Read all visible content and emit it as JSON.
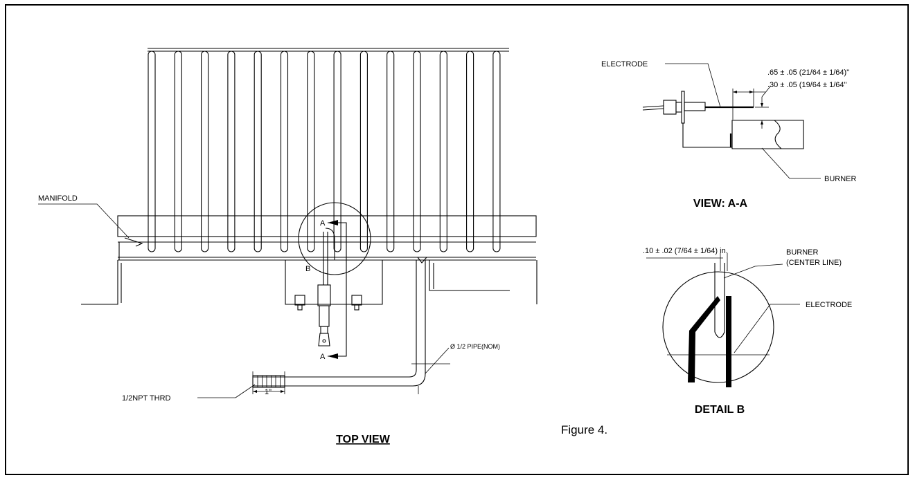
{
  "top_view": {
    "title": "TOP VIEW",
    "manifold_label": "MANIFOLD",
    "thread_label": "1/2NPT THRD",
    "thread_dim": "1\"",
    "pipe_label": "Ø 1/2 PIPE(NOM)",
    "section_a": "A",
    "section_b": "B"
  },
  "view_aa": {
    "title": "VIEW: A-A",
    "electrode_label": "ELECTRODE",
    "burner_label": "BURNER",
    "dim_1": ".65 ± .05 (21/64 ± 1/64)\"",
    "dim_2": ".30 ± .05 (19/64 ± 1/64\""
  },
  "detail_b": {
    "title": "DETAIL B",
    "gap_dim": ".10 ± .02 (7/64 ± 1/64) in.",
    "burner_label_1": "BURNER",
    "burner_label_2": "(CENTER LINE)",
    "electrode_label": "ELECTRODE"
  },
  "caption": "Figure 4."
}
